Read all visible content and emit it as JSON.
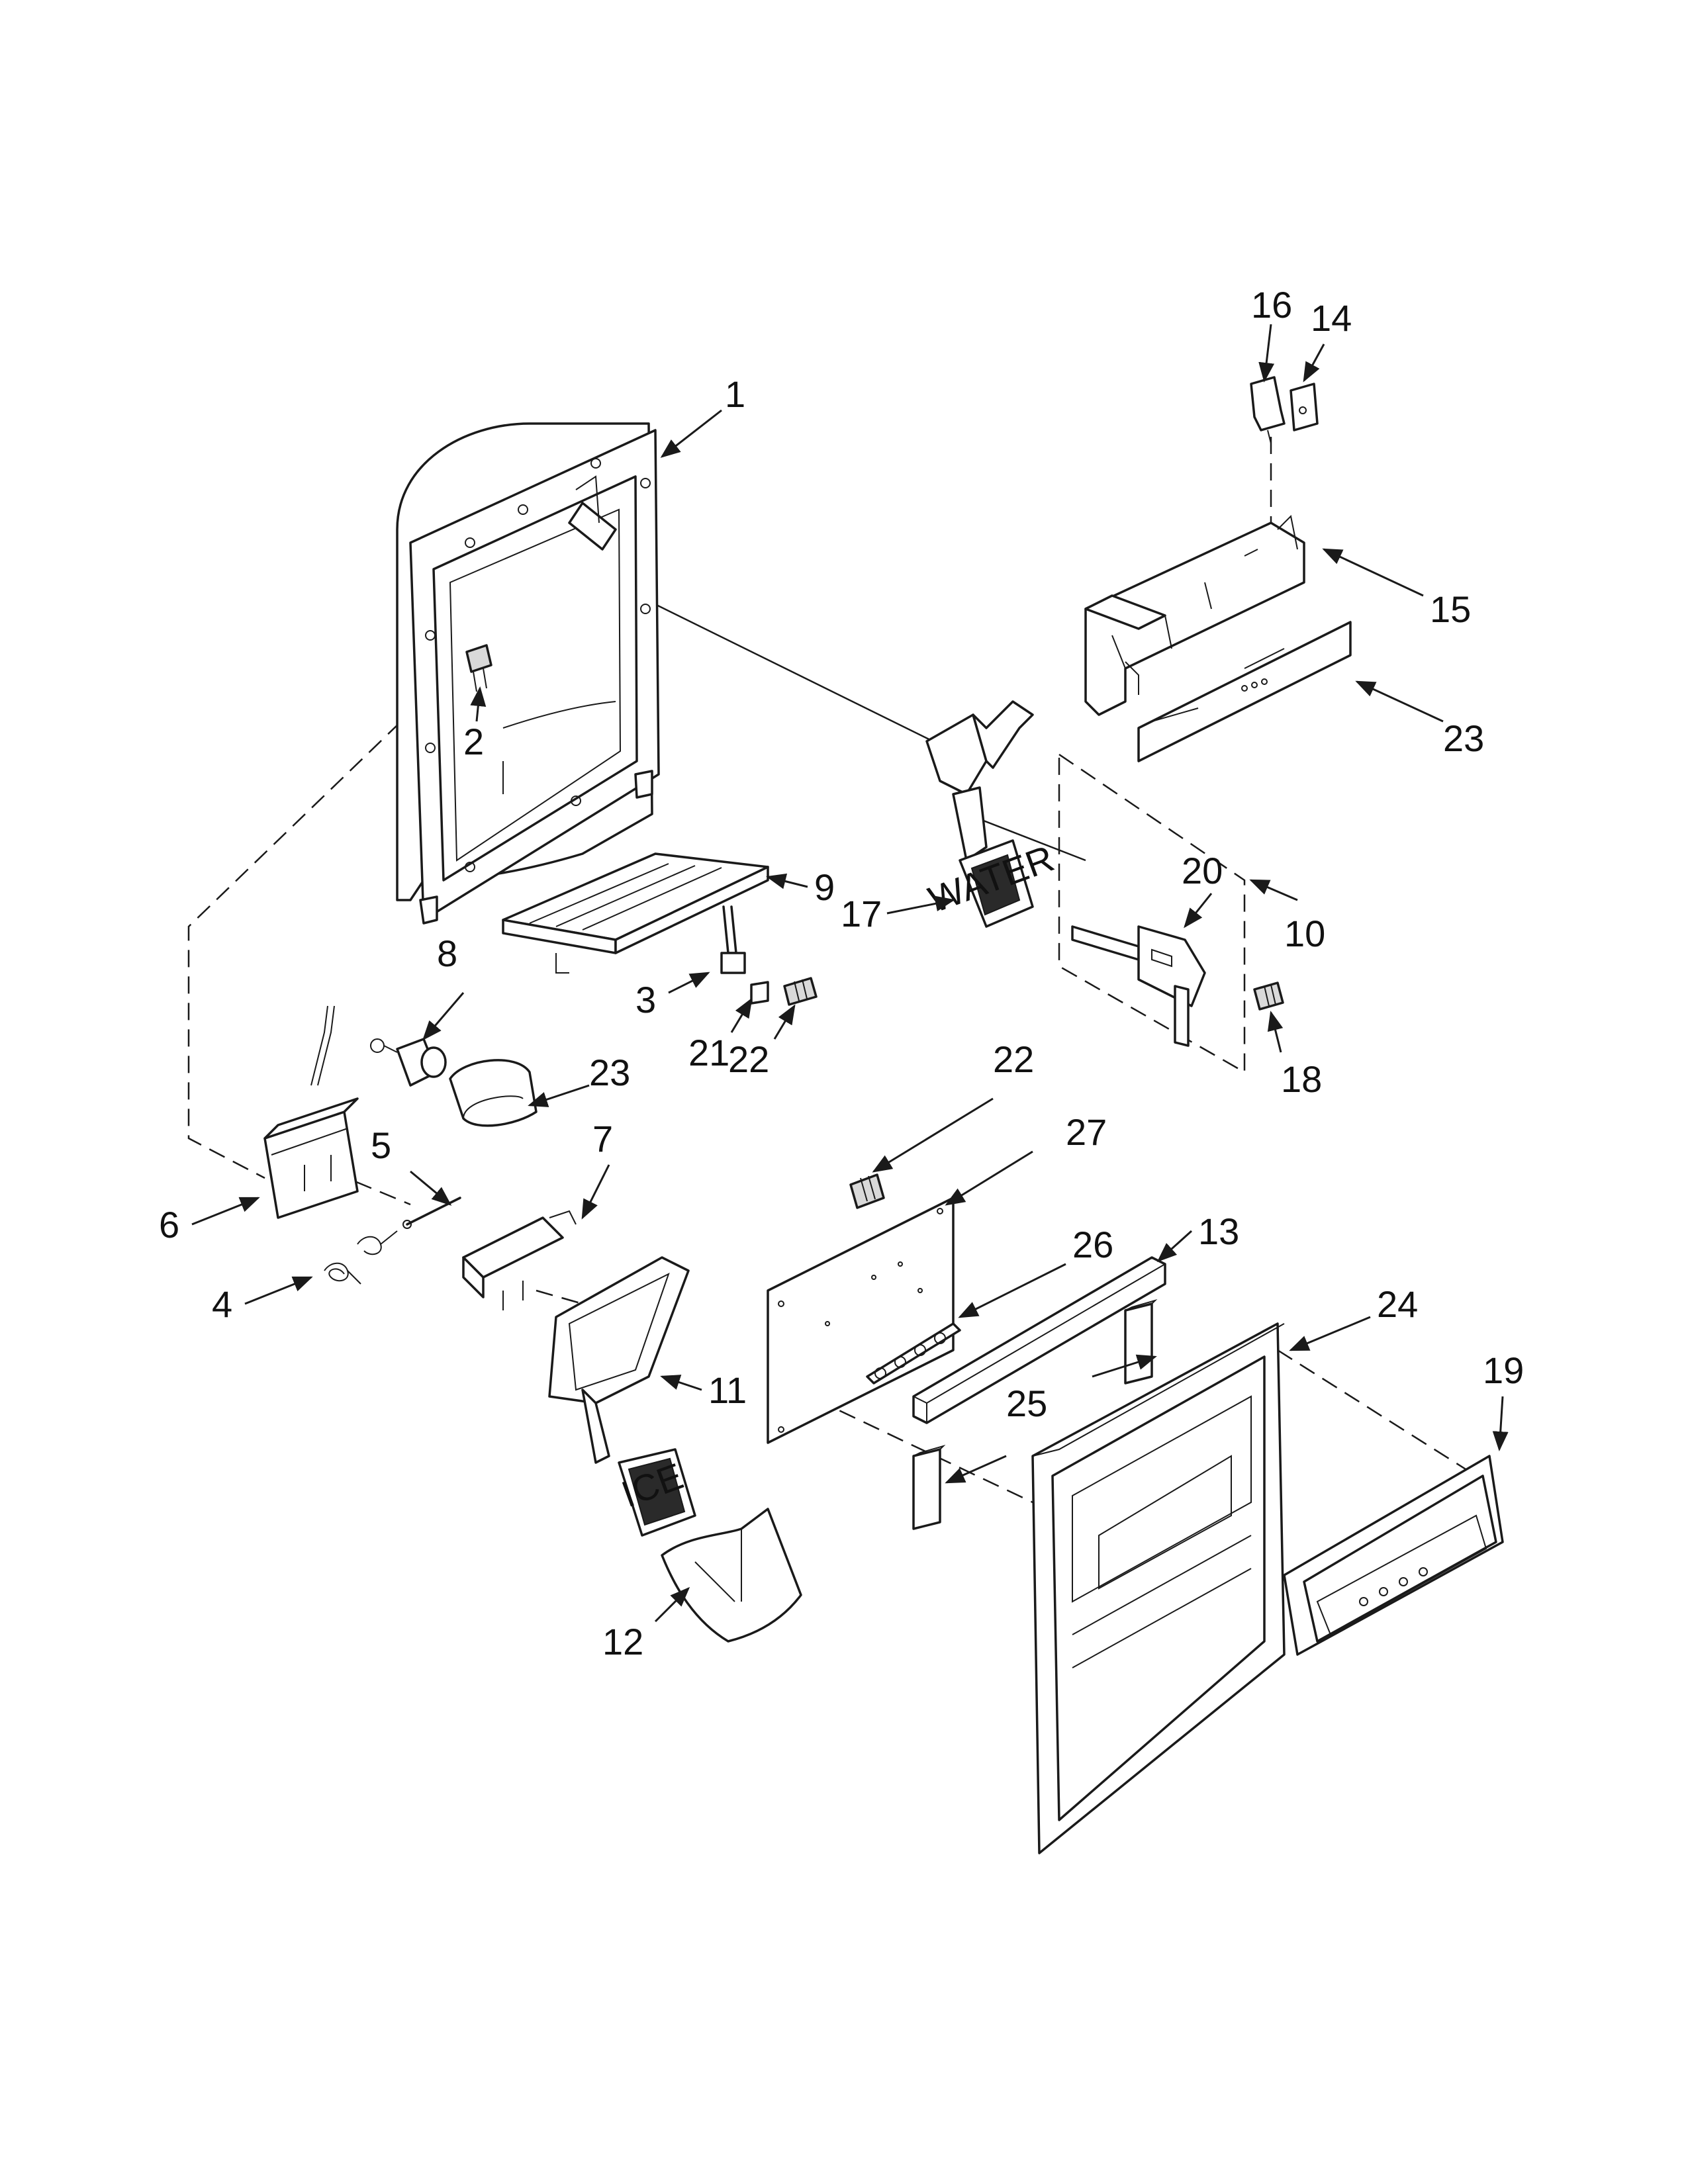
{
  "callouts": [
    {
      "id": "c1",
      "text": "1"
    },
    {
      "id": "c2",
      "text": "2"
    },
    {
      "id": "c3",
      "text": "3"
    },
    {
      "id": "c4",
      "text": "4"
    },
    {
      "id": "c5",
      "text": "5"
    },
    {
      "id": "c6",
      "text": "6"
    },
    {
      "id": "c7",
      "text": "7"
    },
    {
      "id": "c8",
      "text": "8"
    },
    {
      "id": "c9",
      "text": "9"
    },
    {
      "id": "c10",
      "text": "10"
    },
    {
      "id": "c11",
      "text": "11"
    },
    {
      "id": "c12",
      "text": "12"
    },
    {
      "id": "c13",
      "text": "13"
    },
    {
      "id": "c14",
      "text": "14"
    },
    {
      "id": "c15",
      "text": "15"
    },
    {
      "id": "c16",
      "text": "16"
    },
    {
      "id": "c17",
      "text": "17"
    },
    {
      "id": "c18",
      "text": "18"
    },
    {
      "id": "c19",
      "text": "19"
    },
    {
      "id": "c20",
      "text": "20"
    },
    {
      "id": "c21",
      "text": "21"
    },
    {
      "id": "c22a",
      "text": "22"
    },
    {
      "id": "c22b",
      "text": "22"
    },
    {
      "id": "c23a",
      "text": "23"
    },
    {
      "id": "c23b",
      "text": "23"
    },
    {
      "id": "c23c",
      "text": "23"
    },
    {
      "id": "c24",
      "text": "24"
    },
    {
      "id": "c25a",
      "text": "25"
    },
    {
      "id": "c25b",
      "text": "25"
    },
    {
      "id": "c26",
      "text": "26"
    },
    {
      "id": "c27",
      "text": "27"
    }
  ],
  "pad_labels": {
    "water": "WATER",
    "ice": "ICE"
  },
  "colors": {
    "line": "#1a1a1a",
    "background": "#ffffff"
  }
}
